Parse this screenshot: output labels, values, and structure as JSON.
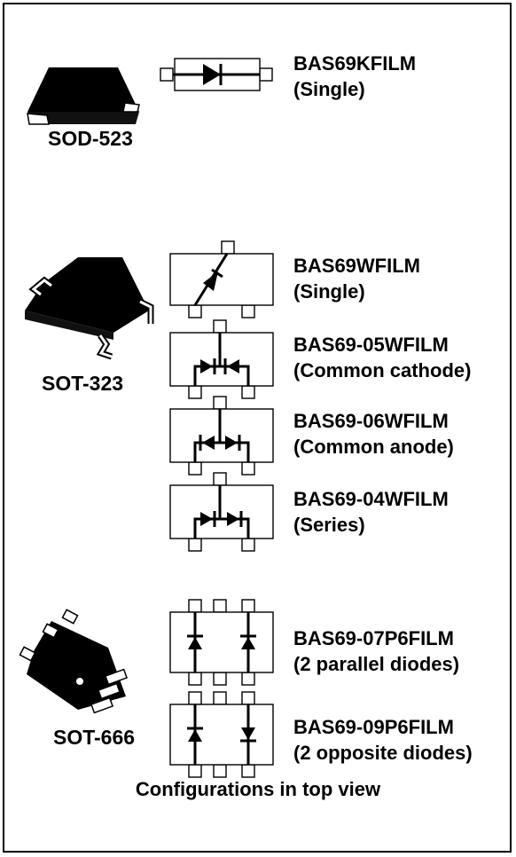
{
  "caption": "Configurations in top view",
  "packages": [
    {
      "name": "SOD-523",
      "devices": [
        {
          "part": "BAS69KFILM",
          "config": "(Single)"
        }
      ]
    },
    {
      "name": "SOT-323",
      "devices": [
        {
          "part": "BAS69WFILM",
          "config": "(Single)"
        },
        {
          "part": "BAS69-05WFILM",
          "config": "(Common cathode)"
        },
        {
          "part": "BAS69-06WFILM",
          "config": "(Common anode)"
        },
        {
          "part": "BAS69-04WFILM",
          "config": "(Series)"
        }
      ]
    },
    {
      "name": "SOT-666",
      "devices": [
        {
          "part": "BAS69-07P6FILM",
          "config": "(2 parallel diodes)"
        },
        {
          "part": "BAS69-09P6FILM",
          "config": "(2 opposite diodes)"
        }
      ]
    }
  ]
}
